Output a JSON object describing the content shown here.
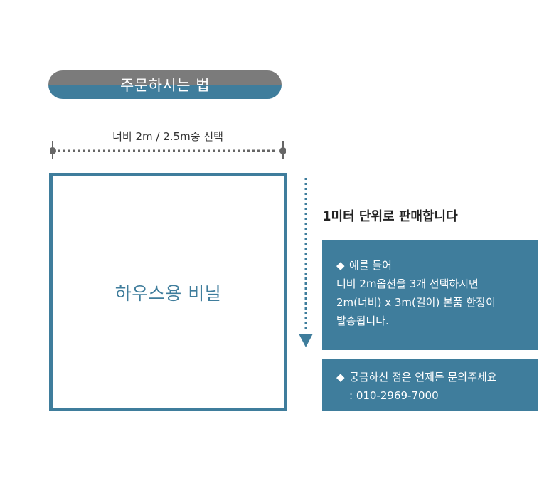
{
  "title_pill": {
    "label": "주문하시는 법"
  },
  "width_selection": {
    "label": "너비 2m / 2.5m중 선택"
  },
  "product_box": {
    "label": "하우스용 비닐"
  },
  "unit_notice": {
    "text": "1미터 단위로 판매합니다"
  },
  "example_box": {
    "bullet": "◆",
    "lines": [
      "예를 들어",
      "너비 2m옵션을 3개 선택하시면",
      "2m(너비) x  3m(길이) 본품 한장이",
      "발송됩니다."
    ]
  },
  "contact_box": {
    "bullet": "◆",
    "question": "궁금하신 점은 언제든 문의주세요",
    "phone": ": 010-2969-7000"
  },
  "colors": {
    "accent": "#3f7d9c",
    "gray": "#7b7b7b",
    "text": "#333333"
  }
}
